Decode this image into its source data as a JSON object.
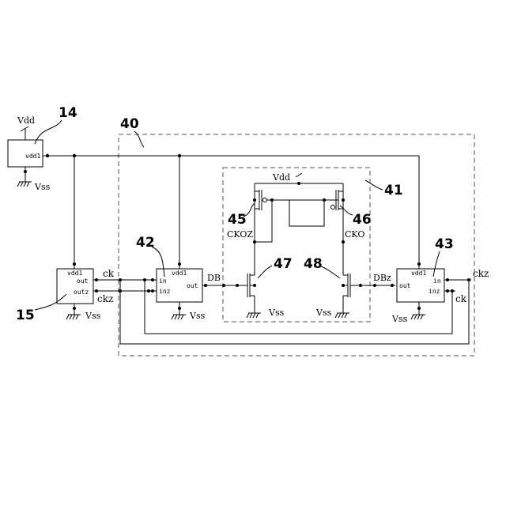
{
  "refs": {
    "r14": "14",
    "r15": "15",
    "r40": "40",
    "r41": "41",
    "r42": "42",
    "r43": "43",
    "r45": "45",
    "r46": "46",
    "r47": "47",
    "r48": "48"
  },
  "block14": {
    "vdd_label": "Vdd",
    "vss_label": "Vss",
    "pin_vdd1": "vdd1"
  },
  "block15": {
    "pin_vdd1": "vdd1",
    "pin_out": "out",
    "pin_outz": "outz",
    "vss_label": "Vss"
  },
  "block42": {
    "pin_vdd1": "vdd1",
    "pin_in": "in",
    "pin_inz": "inz",
    "pin_out": "out",
    "vss_label": "Vss"
  },
  "block43": {
    "pin_vdd1": "vdd1",
    "pin_in": "in",
    "pin_inz": "inz",
    "pin_out": "out",
    "vss_label": "Vss"
  },
  "signals": {
    "ck_left": "ck",
    "ckz_left": "ckz",
    "ckz_right": "ckz",
    "ck_right": "ck",
    "db": "DB",
    "dbz": "DBz",
    "ckoz": "CKOZ",
    "cko": "CKO"
  },
  "block41": {
    "vdd_label": "Vdd",
    "vss_left": "Vss",
    "vss_right": "Vss"
  }
}
